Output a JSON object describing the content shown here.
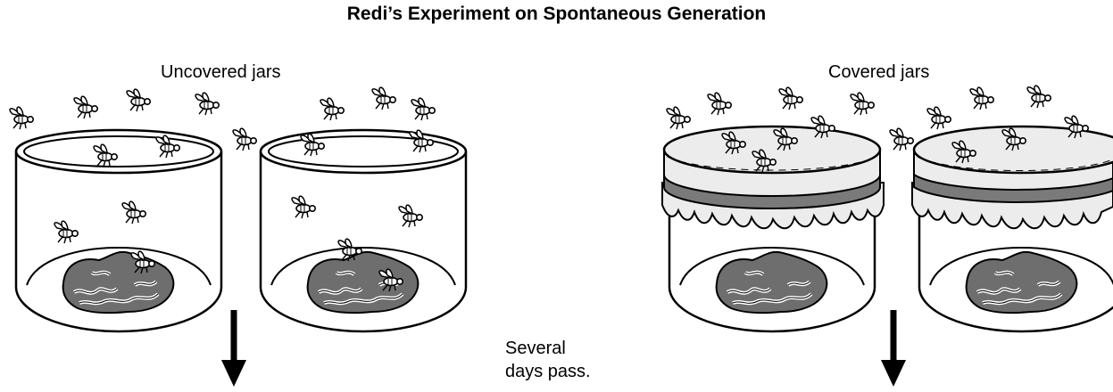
{
  "title": "Redi’s Experiment on Spontaneous Generation",
  "groups": {
    "left": {
      "label": "Uncovered jars",
      "covered": false
    },
    "right": {
      "label": "Covered jars",
      "covered": true
    }
  },
  "note": {
    "line1": "Several",
    "line2": "days pass."
  },
  "colors": {
    "meat": "#6e6e6e",
    "cover": "#ececec",
    "band": "#7a7a7a",
    "line": "#000000"
  },
  "icons": {
    "fly": "fly-icon",
    "meat": "meat-icon",
    "arrow": "arrow-down-icon"
  }
}
